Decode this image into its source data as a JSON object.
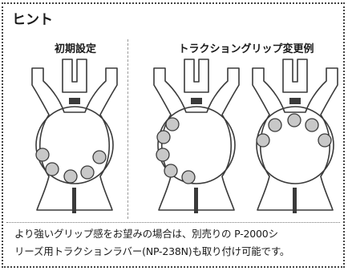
{
  "hint": {
    "title": "ヒント",
    "label_default": "初期設定",
    "label_changed": "トラクショングリップ変更例",
    "caption_line1": "より強いグリップ感をお望みの場合は、別売りの P-2000シ",
    "caption_line2": "リーズ用トラクションラバー(NP-238N)も取り付け可能です。"
  },
  "diagrams": [
    {
      "name": "initial-setting",
      "grip_count": 5,
      "arrangement": "bottom-arc"
    },
    {
      "name": "example-left",
      "grip_count": 5,
      "arrangement": "left-arc"
    },
    {
      "name": "example-top",
      "grip_count": 5,
      "arrangement": "top-arc"
    }
  ],
  "colors": {
    "outline": "#3a3a3a",
    "grip_fill": "#c8c8c8",
    "border": "#444444"
  }
}
